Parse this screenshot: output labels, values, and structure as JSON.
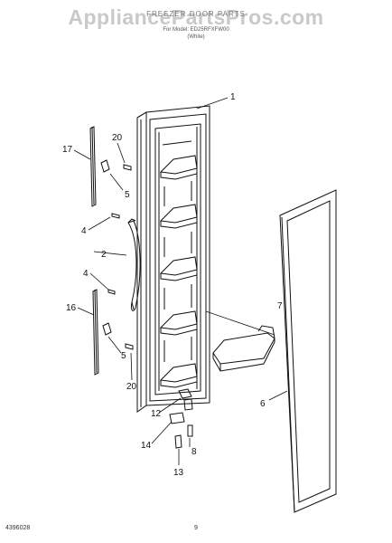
{
  "header": {
    "watermark": "AppliancePartsPros.com",
    "title": "FREEZER DOOR PARTS",
    "model_line": "For Model: ED25RFXFW00",
    "color_line": "(White)"
  },
  "footer": {
    "diagram_code": "4396028",
    "page_number": "9"
  },
  "callouts": [
    "1",
    "2",
    "4",
    "4",
    "5",
    "5",
    "6",
    "7",
    "8",
    "12",
    "13",
    "14",
    "16",
    "17",
    "20",
    "20"
  ],
  "colors": {
    "line": "#111111",
    "watermark": "#c9c9c9",
    "background": "#ffffff"
  }
}
